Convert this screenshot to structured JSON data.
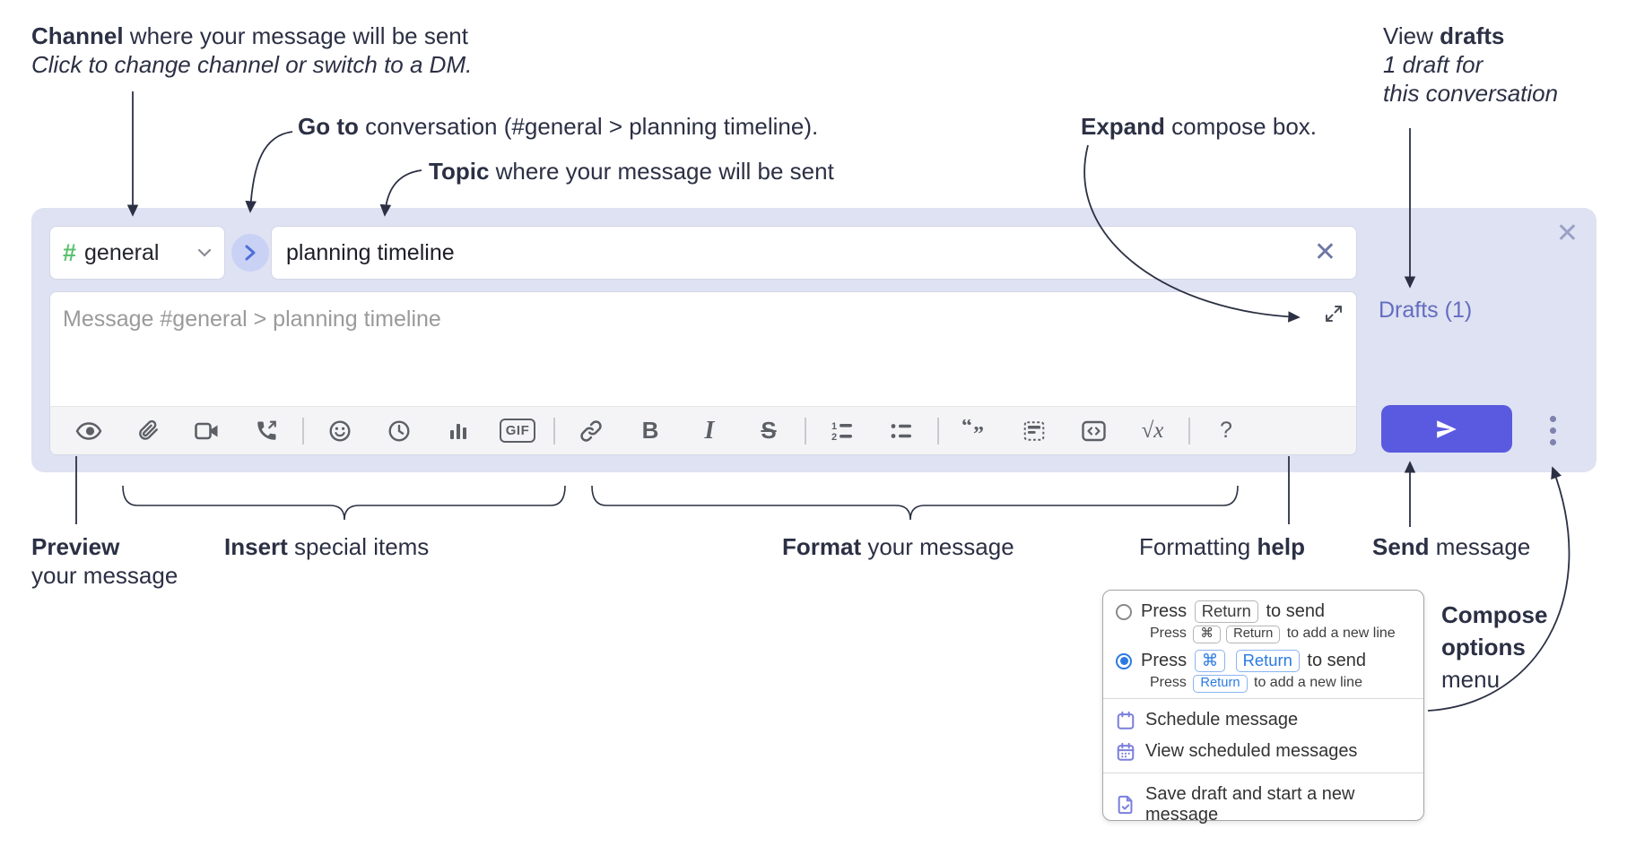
{
  "annotations": {
    "channel": {
      "bold": "Channel",
      "rest": " where your message will be sent",
      "sub": "Click to change channel or switch to a DM."
    },
    "goto": {
      "bold": "Go to",
      "rest": " conversation (#general > planning timeline)."
    },
    "topic": {
      "bold": "Topic",
      "rest": " where your message will be sent"
    },
    "expand": {
      "bold": "Expand",
      "rest": " compose box."
    },
    "view_drafts": {
      "pre": "View ",
      "bold": "drafts",
      "line2": "1 draft for",
      "line3": "this conversation"
    },
    "preview": {
      "bold": "Preview",
      "line2": "your message"
    },
    "insert": {
      "bold": "Insert",
      "rest": " special items"
    },
    "format": {
      "bold": "Format",
      "rest": " your message"
    },
    "formatting_help": {
      "pre": "Formatting ",
      "bold": "help"
    },
    "send": {
      "bold": "Send",
      "rest": " message"
    },
    "compose_options": {
      "line1": "Compose",
      "line2": "options",
      "line3": "menu"
    }
  },
  "compose": {
    "channel": {
      "hash": "#",
      "name": "general"
    },
    "topic_value": "planning timeline",
    "message_placeholder": "Message #general > planning timeline",
    "drafts_label": "Drafts (1)",
    "gif_label": "GIF",
    "icon_glyphs": {
      "bold": "B",
      "italic": "I",
      "strikethrough": "S",
      "math": "√x",
      "help": "?",
      "quote": "“”"
    },
    "toolbar_icon_names": [
      "preview-eye-icon",
      "attach-file-icon",
      "video-call-icon",
      "voice-call-icon",
      "emoji-icon",
      "time-icon",
      "poll-icon",
      "gif-icon",
      "link-icon",
      "bold-icon",
      "italic-icon",
      "strikethrough-icon",
      "numbered-list-icon",
      "bulleted-list-icon",
      "quote-icon",
      "spoiler-icon",
      "code-icon",
      "math-icon",
      "help-icon",
      "send-icon",
      "compose-options-kebab-icon"
    ]
  },
  "menu": {
    "option1": {
      "main_pre": "Press",
      "main_kbd": "Return",
      "main_post": "to send",
      "sub_pre": "Press",
      "sub_kbd1": "⌘",
      "sub_kbd2": "Return",
      "sub_post": "to add a new line"
    },
    "option2": {
      "main_pre": "Press",
      "main_kbd1": "⌘",
      "main_kbd2": "Return",
      "main_post": "to send",
      "sub_pre": "Press",
      "sub_kbd": "Return",
      "sub_post": "to add a new line"
    },
    "items": [
      "Schedule message",
      "View scheduled messages",
      "Save draft and start a new message"
    ]
  },
  "colors": {
    "annotation": "#2b3044",
    "compose_background": "#dee2f2",
    "send_button": "#5a5ae0",
    "drafts_link": "#646cc0",
    "channel_hash_green": "#5bc16f",
    "menu_accent_blue": "#2a7ae2",
    "menu_icon_purple": "#7b7fdb"
  }
}
